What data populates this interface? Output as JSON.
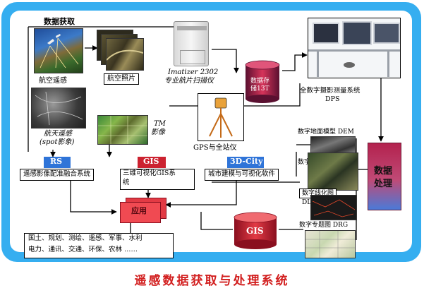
{
  "title": "遥感数据获取与处理系统",
  "acquisition": {
    "header": "数据获取"
  },
  "nodes": {
    "aerial_rs": "航空遥感",
    "aerial_photo": "航空照片",
    "scanner_line1": "Imatizer 2302",
    "scanner_line2": "专业航片扫描仪",
    "storage_line1": "数据存",
    "storage_line2": "储13T",
    "dps_line1": "全数字摄影测量系统",
    "dps_line2": "DPS",
    "space_rs_line1": "航天遥感",
    "space_rs_line2": "(spot影象)",
    "tm_line1": "TM",
    "tm_line2": "影像",
    "gps": "GPS与全站仪",
    "dem": "数字地面模型 DEM",
    "dom": "数字正射影像 DOM",
    "dlg_line1": "数字线化图",
    "dlg_line2": "DLG",
    "drg": "数字专题图 DRG",
    "processing_line1": "数据",
    "processing_line2": "处理",
    "rs_tag": "RS",
    "rs_system": "遥感影像配准融合系统",
    "gis_tag": "GIS",
    "gis_system_line1": "三维可视化GIS系",
    "gis_system_line2": "统",
    "city_tag": "3D-City",
    "city_system": "城市建模与可视化软件",
    "application": "应用",
    "applications_line1": "国土、规划、测绘、遥感、军事、水利",
    "applications_line2": "电力、通讯、交通、环保、农林 ……",
    "gis_db": "GIS"
  },
  "colors": {
    "frame": "#35aef0",
    "title": "#d21f1f",
    "tag_blue": "#2f74d8",
    "tag_red": "#cc2230",
    "processing": "#b3224e"
  }
}
